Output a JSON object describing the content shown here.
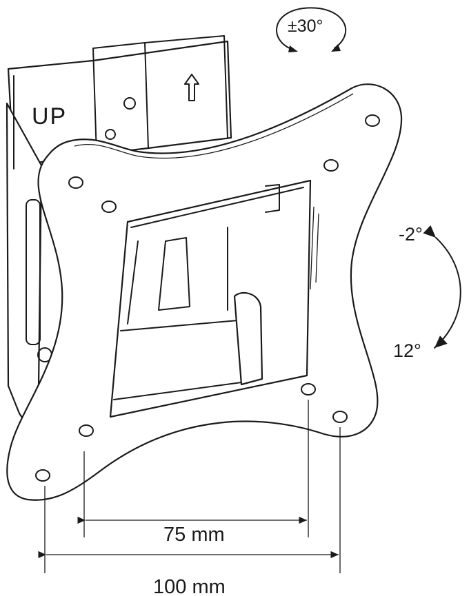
{
  "swivel": {
    "label": "±30°"
  },
  "bracket": {
    "up_label": "UP"
  },
  "tilt": {
    "upper_label": "-2°",
    "lower_label": "12°"
  },
  "dimensions": {
    "inner_label": "75 mm",
    "outer_label": "100 mm"
  },
  "colors": {
    "line": "#1a1a1a",
    "background": "#ffffff"
  }
}
